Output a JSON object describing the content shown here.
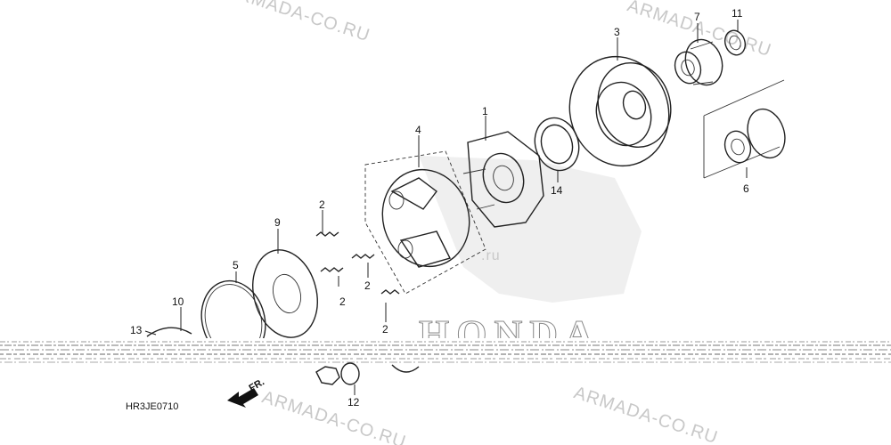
{
  "watermark": {
    "top": "ARMADA-CO.RU",
    "bottom": "ARMADA-CO.RU",
    "right": "ARMADA-CO.RU",
    "center": ".ru"
  },
  "brand": "HONDA",
  "diagram_code": "HR3JE0710",
  "direction": "FR.",
  "callouts": {
    "p1": "1",
    "p2a": "2",
    "p2b": "2",
    "p2c": "2",
    "p2d": "2",
    "p3": "3",
    "p4": "4",
    "p5": "5",
    "p6": "6",
    "p7": "7",
    "p9": "9",
    "p10": "10",
    "p11": "11",
    "p12": "12",
    "p13": "13",
    "p14": "14"
  }
}
